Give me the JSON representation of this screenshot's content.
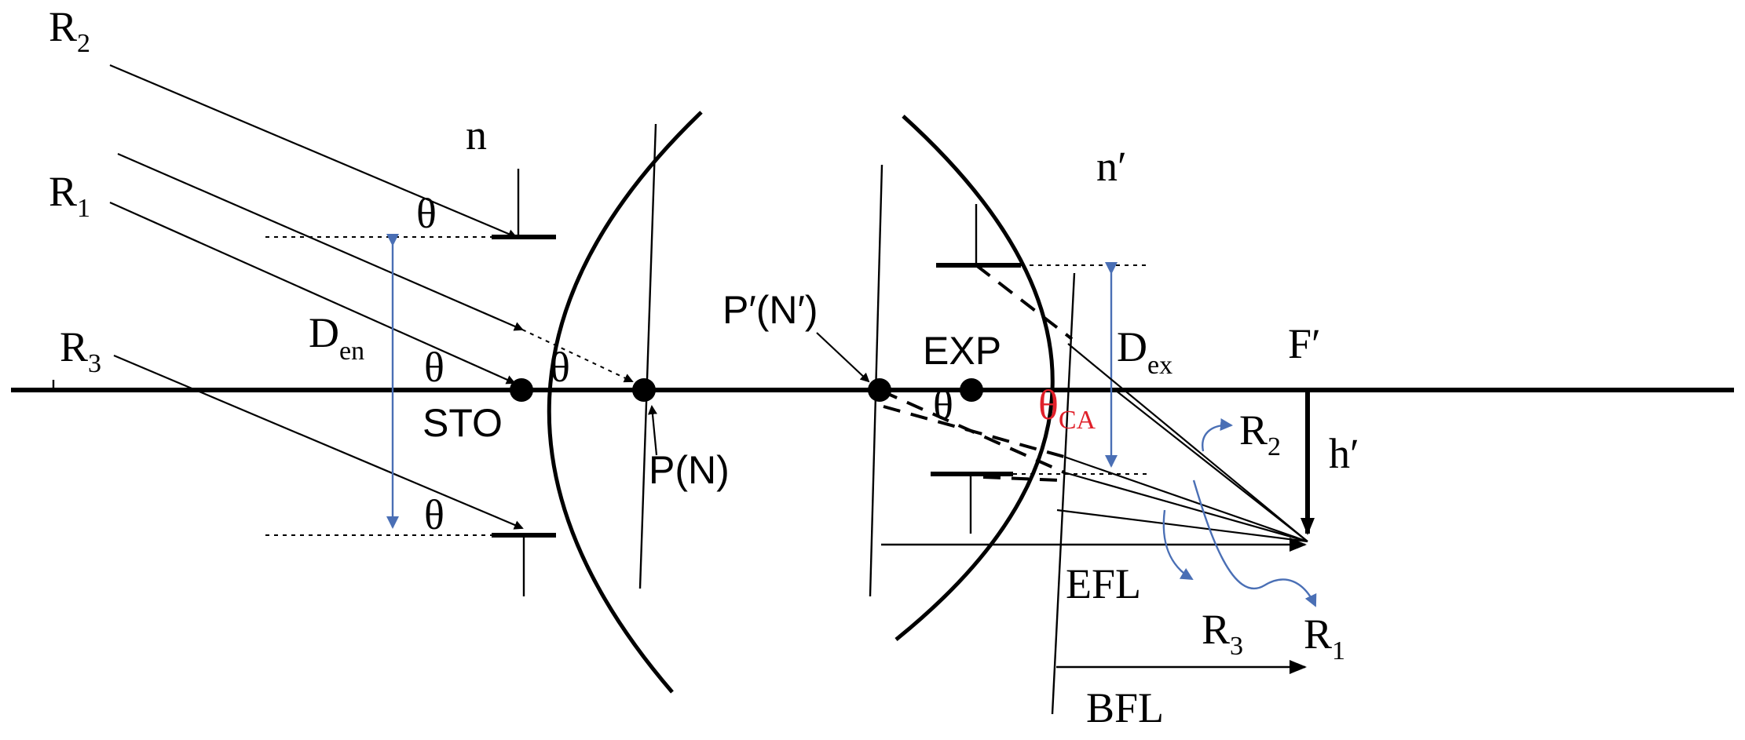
{
  "labels": {
    "r2": "R",
    "r2_sub": "2",
    "r1": "R",
    "r1_sub": "1",
    "r3": "R",
    "r3_sub": "3",
    "n": "n",
    "n_prime": "n′",
    "theta_top": "θ",
    "theta_axis": "θ",
    "theta_mid": "θ",
    "theta_bottom": "θ",
    "theta_exit": "θ",
    "d_en": "D",
    "d_en_sub": "en",
    "sto": "STO",
    "p_n": "P(N)",
    "p_prime_n_prime": "P′(N′)",
    "exp": "EXP",
    "d_ex": "D",
    "d_ex_sub": "ex",
    "theta_ca": "θ",
    "theta_ca_sub": "CA",
    "f_prime": "F′",
    "h_prime": "h′",
    "r2_out": "R",
    "r2_out_sub": "2",
    "efl": "EFL",
    "r3_out": "R",
    "r3_out_sub": "3",
    "r1_out": "R",
    "r1_out_sub": "1",
    "bfl": "BFL"
  },
  "colors": {
    "lines": "#000000",
    "dimension_arrows": "#4a6fb5",
    "theta_ca": "#e0202a"
  }
}
